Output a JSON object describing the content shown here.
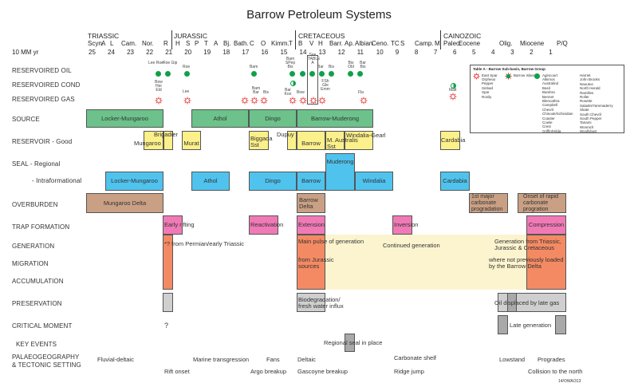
{
  "title": "Barrow Petroleum Systems",
  "eras": [
    {
      "label": "TRIASSIC"
    },
    {
      "label": "JURASSIC"
    },
    {
      "label": "CRETACEOUS"
    },
    {
      "label": "CAINOZOIC"
    }
  ],
  "stages": [
    "Scyn.",
    "A",
    "L",
    "Cam.",
    "Nor.",
    "R",
    "H",
    "S",
    "P",
    "T",
    "A",
    "Bj.",
    "Bath.",
    "C",
    "O",
    "Kimm.",
    "T",
    "B",
    "V",
    "H",
    "Barr.",
    "Ap.",
    "Albian",
    "Ceno.",
    "TC",
    "S",
    "Camp.",
    "M",
    "Paleo.",
    "Eocene",
    "Olig.",
    "Miocene",
    "P/Q"
  ],
  "ma_label": "10 MM yr",
  "ma_ticks": [
    "25",
    "24",
    "23",
    "22",
    "21",
    "20",
    "19",
    "18",
    "17",
    "16",
    "15",
    "14",
    "13",
    "12",
    "11",
    "10",
    "9",
    "8",
    "7",
    "6",
    "5",
    "4",
    "3",
    "2",
    "1"
  ],
  "row_labels": {
    "oil": "RESERVOIRED OIL",
    "cond": "RESERVOIRED COND",
    "gas": "RESERVOIRED GAS",
    "source": "SOURCE",
    "reservoir": "RESERVOIR - Good",
    "seal_regional": "SEAL - Regional",
    "seal_intra": "- Intraformational",
    "overburden": "OVERBURDEN",
    "trap": "TRAP FORMATION",
    "generation": "GENERATION",
    "migration": "MIGRATION",
    "accumulation": "ACCUMULATION",
    "preservation": "PRESERVATION",
    "critical": "CRITICAL MOMENT",
    "key_events": "KEY EVENTS",
    "palaeo1": "PALAEOGEOGRAPHY",
    "palaeo2": "& TECTONIC SETTING"
  },
  "oil_labels": [
    "Lee Roe",
    "Roe Gip",
    "Roe",
    "Bam",
    "Bam SPep Bis",
    "See TABLE A",
    "Bar",
    "Bis",
    "Bis Obl",
    "Bar Bis"
  ],
  "cond_labels": [
    "Bow Her Eld",
    "Malt"
  ],
  "gas_labels": [
    "Lee",
    "Bam Bar",
    "Bis",
    "Bar Koo",
    "Bow",
    "FSh Gle Emm",
    "Fla"
  ],
  "source": [
    {
      "label": "Locker-Mungaroo"
    },
    {
      "label": "Athol"
    },
    {
      "label": "Dingo"
    },
    {
      "label": "Barrow-Muderong"
    }
  ],
  "reservoir": [
    {
      "label": "Brigadier"
    },
    {
      "label": "Mungaroo"
    },
    {
      "label": "Murat"
    },
    {
      "label": "Biggada Sst"
    },
    {
      "label": "Dupuy"
    },
    {
      "label": "Barrow"
    },
    {
      "label": "M. Australis Sst"
    },
    {
      "label": "Windalia-Gearl"
    },
    {
      "label": "Cardabia"
    }
  ],
  "seal_regional": [
    {
      "label": "Muderong"
    }
  ],
  "seal_intra": [
    {
      "label": "Locker-Mungaroo"
    },
    {
      "label": "Athol"
    },
    {
      "label": "Dingo"
    },
    {
      "label": "Barrow"
    },
    {
      "label": "Windalia"
    },
    {
      "label": "Cardabia"
    }
  ],
  "overburden": [
    {
      "label": "Mungaroo Delta"
    },
    {
      "label": "Barrow Delta"
    },
    {
      "label": "1st major carbonate progradation"
    },
    {
      "label": "Onset of rapid carbonate progration"
    }
  ],
  "trap": [
    {
      "label": "Early rifting"
    },
    {
      "label": "Reactivation"
    },
    {
      "label": "Extension"
    },
    {
      "label": "Inversion"
    },
    {
      "label": "Compression"
    }
  ],
  "generation": {
    "early": "*? from Permian/early Triassic",
    "main_pulse": "Main pulse of generation",
    "from_jurassic": "from Jurassic sources",
    "continued": "Continued generation",
    "late1": "Generation from Triassic, Jurassic & Cretaceous",
    "late2": "where not previously loaded by the Barrow Delta"
  },
  "preservation": {
    "biodeg": "Biodegradation/ fresh water influx",
    "oil_displaced": "Oil displaced by late gas"
  },
  "critical": {
    "question": "?",
    "late_generation": "Late generation"
  },
  "key_events": {
    "regional_seal": "Regional seal in place"
  },
  "palaeo_top": [
    "Fluvial-deltaic",
    "Marine transgression",
    "Fans",
    "Deltaic",
    "Carbonate shelf",
    "Lowstand",
    "Progrades"
  ],
  "palaeo_bottom": [
    "Rift onset",
    "Argo breakup",
    "Gascoyne breakup",
    "Ridge jump",
    "Collision to the north"
  ],
  "figure_id": "14/OWA/313",
  "legend": {
    "title": "Table A - Barrow Sub-basin, Barrow Group",
    "gas_label": "East Spar",
    "gas_fields": [
      "Orpheus",
      "Pepper",
      "Sinbad",
      "Spar",
      "Rosily"
    ],
    "mixed_label": "Barrow Island",
    "oil_label": "Agincourt",
    "oil_fields_col1": [
      "Alkimos",
      "Australind",
      "Basil",
      "Bambra",
      "Bennet",
      "Blencathra",
      "Campbell",
      "Chevril",
      "Chinook/Schinidian",
      "Coaster",
      "Cowle",
      "Crest",
      "Griffin/Hilda"
    ],
    "oil_fields_col2": [
      "Harriet",
      "John Brooks",
      "Naoutus",
      "North Herald",
      "Ramilles",
      "Roller",
      "Rosette",
      "Saladin/Yammaderry",
      "Skate",
      "South Chevril",
      "South Pepper",
      "Tanami",
      "Wonnich",
      "Woollybutt"
    ]
  },
  "colors": {
    "source": "#6cc28a",
    "reservoir": "#fcf08a",
    "seal": "#4fc3ee",
    "overburden": "#c9a084",
    "trap": "#f07ab6",
    "generation": "#f48a63",
    "continued_generation": "#fcf4cf",
    "preservation": "#cfcfcf",
    "oil": "#0fa14a",
    "gas": "#e53935"
  }
}
